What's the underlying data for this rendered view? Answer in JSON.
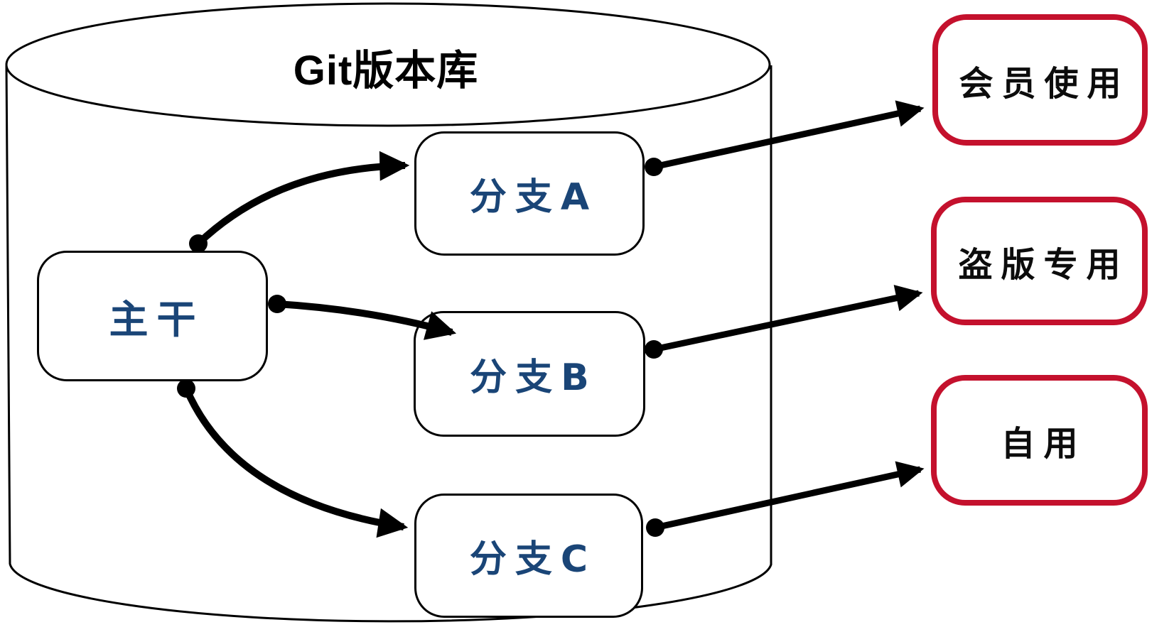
{
  "title": "Git版本库",
  "repository": {
    "trunk_label": "主干",
    "branch_a_label": "分支A",
    "branch_b_label": "分支B",
    "branch_c_label": "分支C"
  },
  "targets": {
    "member_label": "会员使用",
    "pirate_label": "盗版专用",
    "personal_label": "自用"
  },
  "colors": {
    "branch_text_blue": "#1a4577",
    "usage_border_red": "#c4112d",
    "line_black": "#000000"
  }
}
